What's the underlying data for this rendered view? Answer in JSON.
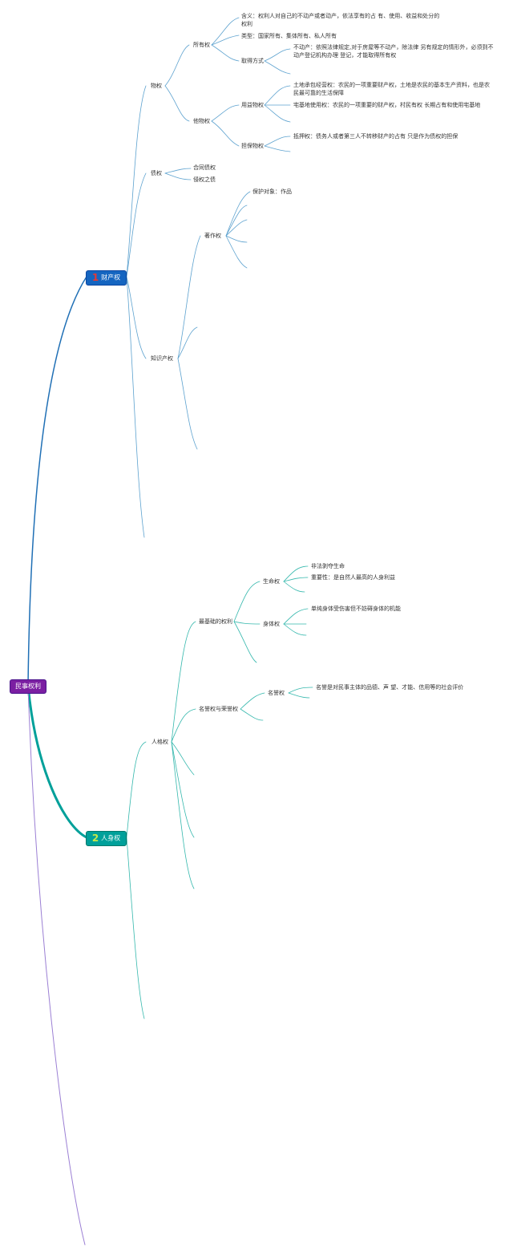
{
  "root": {
    "label": "民事权利",
    "color": "#7b1fa2"
  },
  "branch1": {
    "number": "1",
    "label": "财产权",
    "color": "#1565c0",
    "number_color": "#e53935",
    "nodes": {
      "wuquan": "物权",
      "suoyouquan": "所有权",
      "hanyi": "含义：权利人对自己的不动产或者动产，依法享有的占 有、使用、收益和处分的权利",
      "leixing": "类型：国家所有、集体所有、私人所有",
      "qude": "取得方式",
      "budongchan": "不动产：依照法律规定,对于房屋等不动产，除法律 另有规定的情形外，必须到不动产登记机构办理 登记，才能取得所有权",
      "tawuquan": "他物权",
      "yongyi": "用益物权",
      "tudi": "土地承包经营权：农民的一项重要财产权，土地是农民的基本生产资料，也是农民最可靠的生活保障",
      "zhaijidi": "宅基地使用权：农民的一项重要的财产权，村民有权 长期占有和使用宅基地",
      "danbao": "担保物权",
      "diya": "抵押权：债务人或者第三人不转移财产的占有 只是作为债权的担保",
      "zhaiquan": "债权",
      "hetong": "合同债权",
      "qinquan": "侵权之债",
      "zhishi": "知识产权",
      "zhuzuo": "著作权",
      "baohu": "保护对象：作品"
    }
  },
  "branch2": {
    "number": "2",
    "label": "人身权",
    "color": "#00a09a",
    "number_color": "#c6e84a",
    "nodes": {
      "renge": "人格权",
      "zuijichu": "最基础的权利",
      "shengming": "生命权",
      "feifa": "非法剥夺生命",
      "zhongyao": "重要性：是自然人最高的人身利益",
      "shenti": "身体权",
      "danchun": "单纯身体受伤害但不妨碍身体的机能",
      "mingyu_rongyu": "名誉权与荣誉权",
      "mingyu": "名誉权",
      "mingyu_desc": "名誉是对民事主体的品德、声 望、才能、信用等的社会评价"
    }
  },
  "colors": {
    "blue_line": "#5da2cf",
    "teal_line": "#35b8ad",
    "purple_line": "#9b7fd4"
  }
}
